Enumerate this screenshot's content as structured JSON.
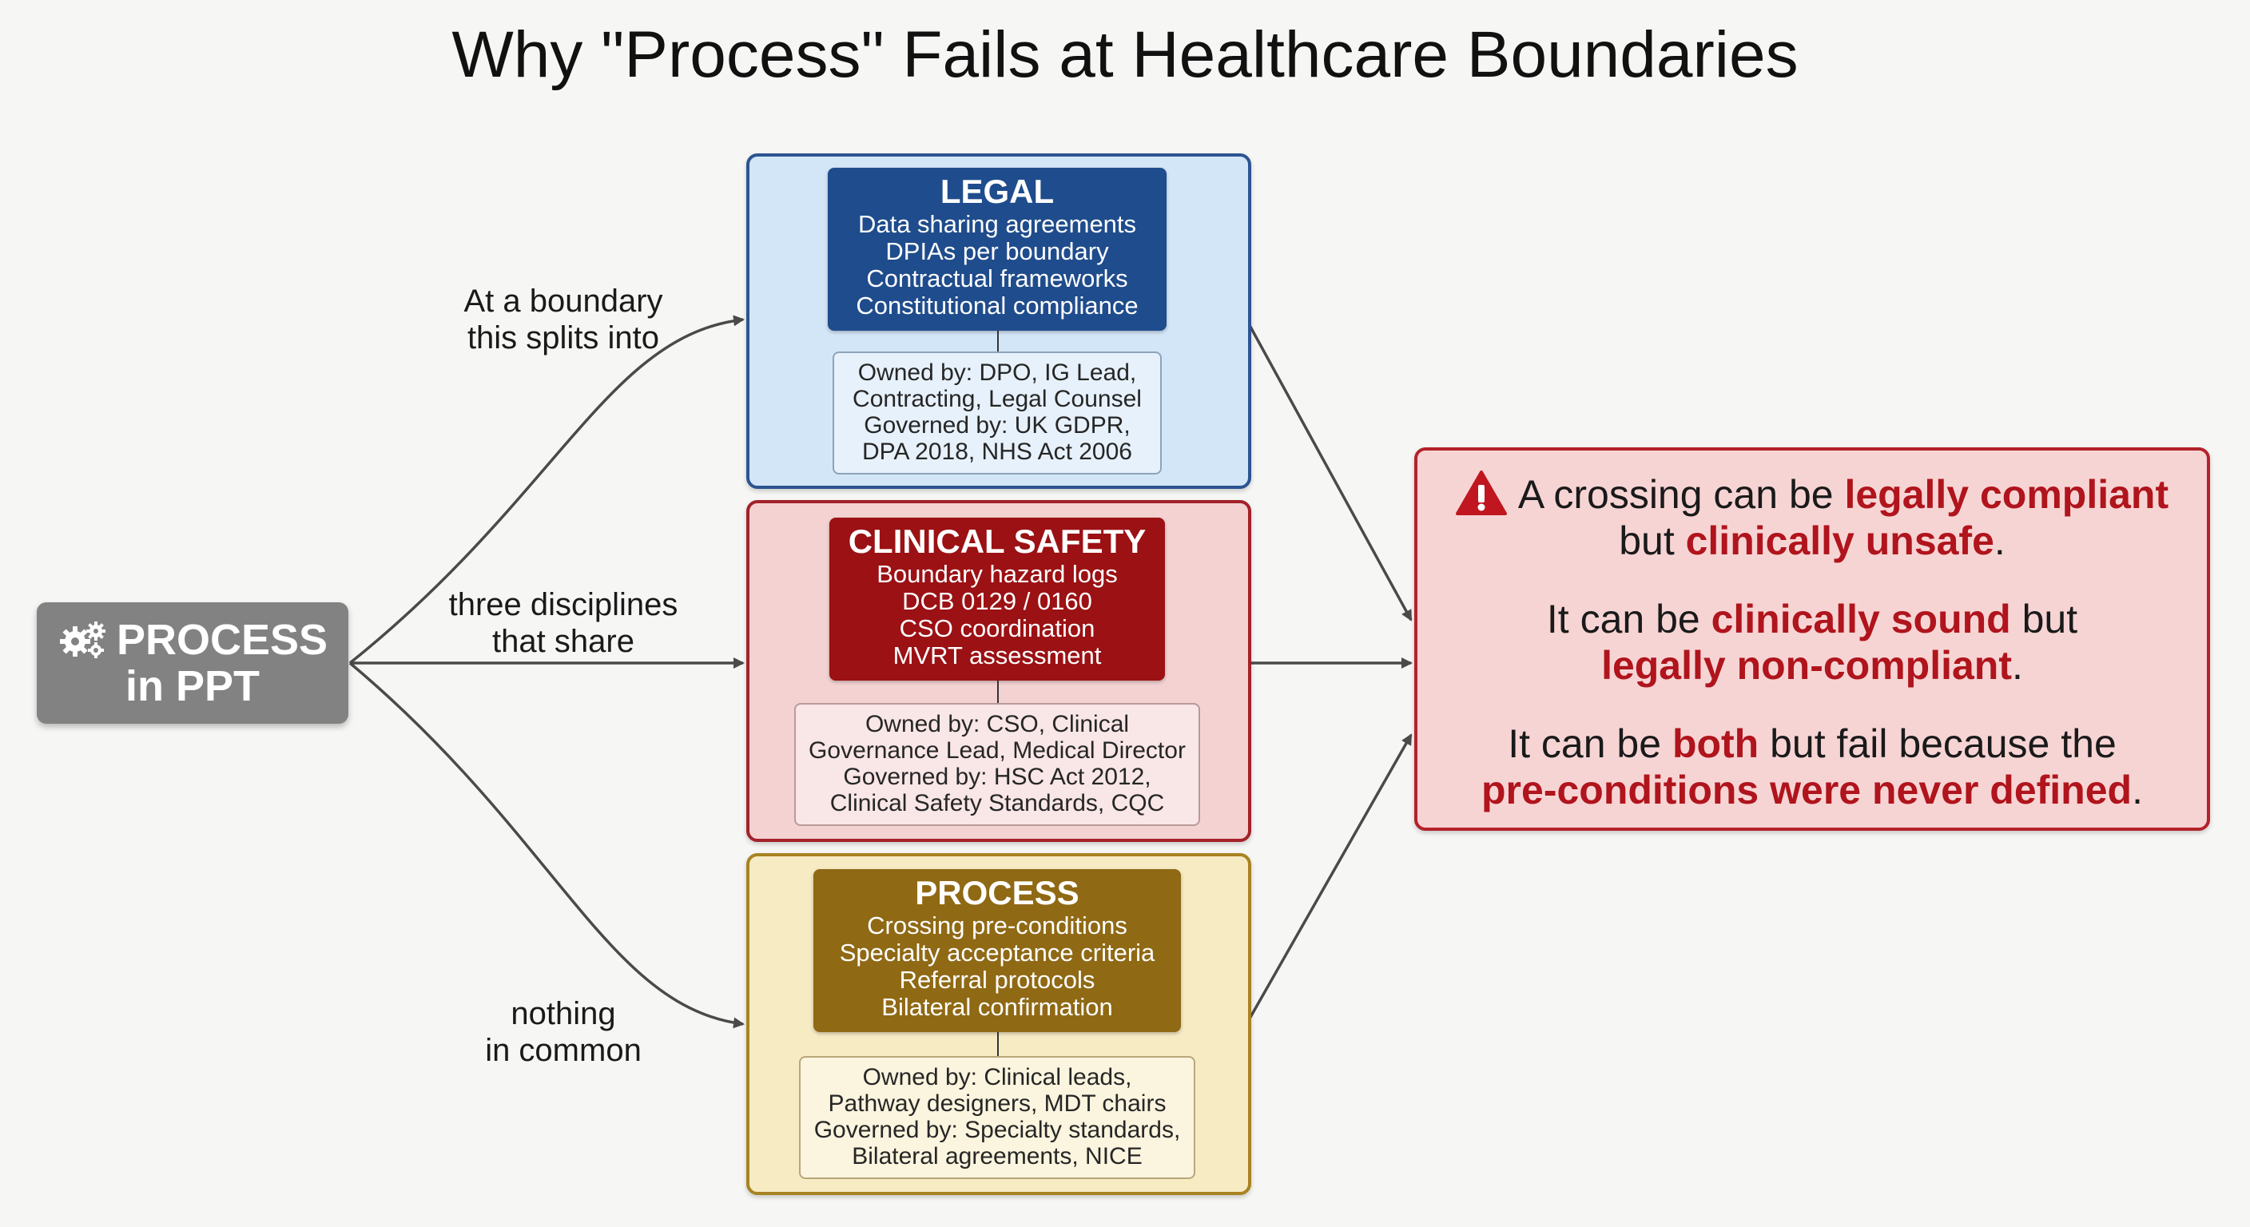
{
  "title": "Why \"Process\" Fails at Healthcare Boundaries",
  "source": {
    "line1": "PROCESS",
    "line2": "in PPT",
    "icon": "gears-icon"
  },
  "flow_labels": {
    "top": [
      "At a boundary",
      "this splits into"
    ],
    "middle": [
      "three disciplines",
      "that share"
    ],
    "bottom": [
      "nothing",
      "in common"
    ]
  },
  "panels": {
    "legal": {
      "heading": "LEGAL",
      "items": [
        "Data sharing agreements",
        "DPIAs per boundary",
        "Contractual frameworks",
        "Constitutional compliance"
      ],
      "owned": [
        "Owned by: DPO, IG Lead,",
        "Contracting, Legal Counsel",
        "Governed by: UK GDPR,",
        "DPA 2018, NHS Act 2006"
      ],
      "color": "#1f4c8c"
    },
    "clinical": {
      "heading": "CLINICAL SAFETY",
      "items": [
        "Boundary hazard logs",
        "DCB 0129 / 0160",
        "CSO coordination",
        "MVRT assessment"
      ],
      "owned": [
        "Owned by: CSO, Clinical",
        "Governance Lead, Medical Director",
        "Governed by: HSC Act 2012,",
        "Clinical Safety Standards, CQC"
      ],
      "color": "#9b1114"
    },
    "process": {
      "heading": "PROCESS",
      "items": [
        "Crossing pre-conditions",
        "Specialty acceptance criteria",
        "Referral protocols",
        "Bilateral confirmation"
      ],
      "owned": [
        "Owned by: Clinical leads,",
        "Pathway designers, MDT chairs",
        "Governed by: Specialty standards,",
        "Bilateral agreements, NICE"
      ],
      "color": "#8f6914"
    }
  },
  "callout": {
    "icon": "warning-icon",
    "p1": {
      "t1": "A crossing can be ",
      "h1": "legally compliant",
      "t2": "but ",
      "h2": "clinically unsafe",
      "t3": "."
    },
    "p2": {
      "t1": "It can be ",
      "h1": "clinically sound",
      "t2": " but",
      "h2": "legally non-compliant",
      "t3": "."
    },
    "p3": {
      "t1": "It can be ",
      "h1": "both",
      "t2": " but fail because the",
      "h2": "pre-conditions were never defined",
      "t3": "."
    },
    "accent": "#b0141c"
  }
}
